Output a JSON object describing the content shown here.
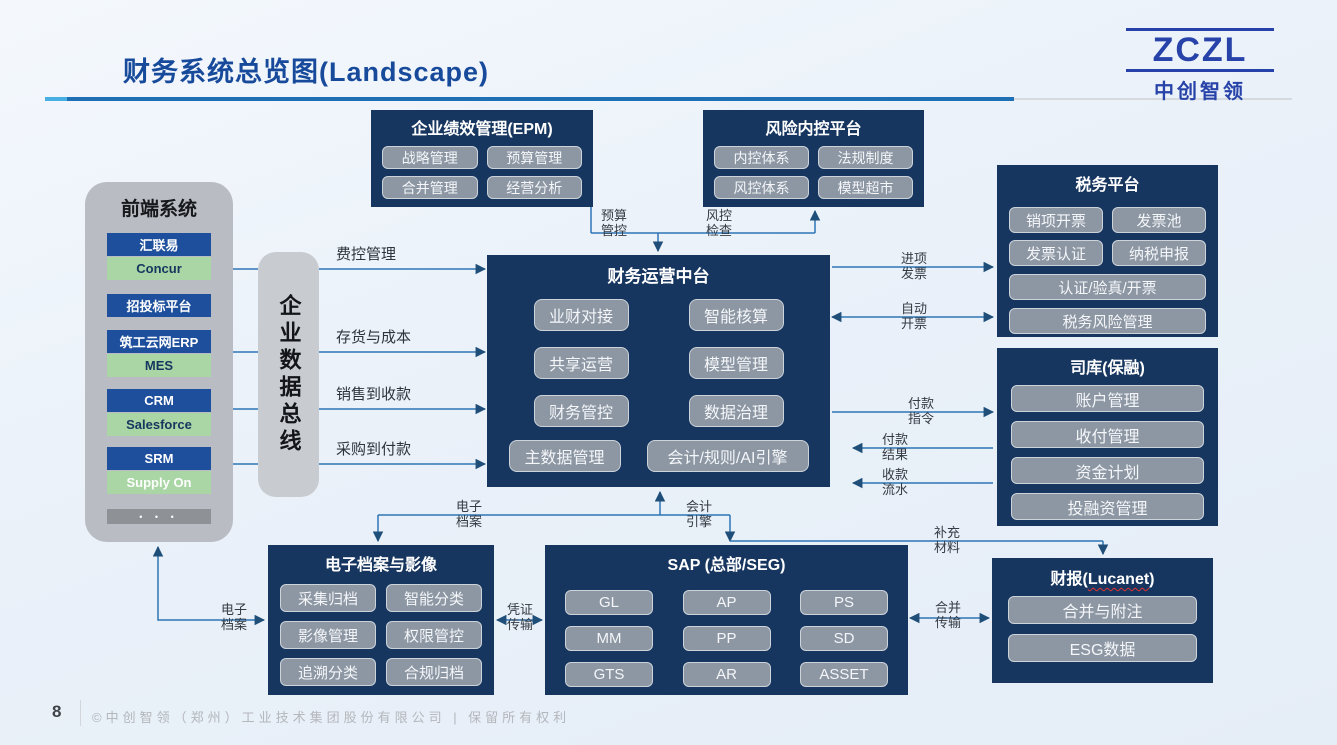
{
  "header": {
    "title": "财务系统总览图(Landscape)",
    "logo": {
      "abbr": "ZCZL",
      "name": "中创智领"
    }
  },
  "frontend": {
    "title": "前端系统",
    "items": [
      {
        "label": "汇联易",
        "style": "blue"
      },
      {
        "label": "Concur",
        "style": "green"
      },
      {
        "label": "招投标平台",
        "style": "blue"
      },
      {
        "label": "筑工云网ERP",
        "style": "blue"
      },
      {
        "label": "MES",
        "style": "green"
      },
      {
        "label": "CRM",
        "style": "blue"
      },
      {
        "label": "Salesforce",
        "style": "green"
      },
      {
        "label": "SRM",
        "style": "blue"
      },
      {
        "label": "Supply On",
        "style": "green-light"
      }
    ],
    "more": "• • •"
  },
  "bus": {
    "label": "企业数据总线"
  },
  "epm": {
    "title": "企业绩效管理(EPM)",
    "items": [
      "战略管理",
      "预算管理",
      "合并管理",
      "经营分析"
    ]
  },
  "risk": {
    "title": "风险内控平台",
    "items": [
      "内控体系",
      "法规制度",
      "风控体系",
      "模型超市"
    ]
  },
  "core": {
    "title": "财务运营中台",
    "items": [
      "业财对接",
      "智能核算",
      "共享运营",
      "模型管理",
      "财务管控",
      "数据治理",
      "主数据管理",
      "会计/规则/AI引擎"
    ]
  },
  "tax": {
    "title": "税务平台",
    "items": [
      "销项开票",
      "发票池",
      "发票认证",
      "纳税申报",
      "认证/验真/开票",
      "税务风险管理"
    ]
  },
  "treasury": {
    "title": "司库(保融)",
    "items": [
      "账户管理",
      "收付管理",
      "资金计划",
      "投融资管理"
    ]
  },
  "archive": {
    "title": "电子档案与影像",
    "items": [
      "采集归档",
      "智能分类",
      "影像管理",
      "权限管控",
      "追溯分类",
      "合规归档"
    ]
  },
  "sap": {
    "title": "SAP (总部/SEG)",
    "items": [
      "GL",
      "AP",
      "PS",
      "MM",
      "PP",
      "SD",
      "GTS",
      "AR",
      "ASSET"
    ]
  },
  "report": {
    "title_prefix": "财报(",
    "title_name": "Lucanet",
    "title_suffix": ")",
    "items": [
      "合并与附注",
      "ESG数据"
    ]
  },
  "flows": {
    "fee_control": "费控管理",
    "inventory_cost": "存货与成本",
    "sales_to_cash": "销售到收款",
    "procure_to_pay": "采购到付款",
    "budget_control": "预算管控",
    "risk_check": "风控检查",
    "input_invoice": "进项发票",
    "auto_invoice": "自动开票",
    "payment_order": "付款指令",
    "payment_result": "付款结果",
    "receipt_flow": "收款流水",
    "e_archive_center": "电子档案",
    "accounting_engine": "会计引擎",
    "supplement": "补充材料",
    "voucher_transfer": "凭证传输",
    "consolidation_transfer": "合并传输",
    "e_archive_left": "电子档案"
  },
  "colors": {
    "title_blue": "#174a9b",
    "navy_box": "#17365f",
    "button_gray": "#8d97a3",
    "blue_item": "#1d4f9c",
    "green_item": "#a9d6a4",
    "line_blue": "#2e75b6",
    "arrow_navy": "#1f4e79"
  },
  "footer": {
    "page": "8",
    "copyright": "©中创智领（郑州）工业技术集团股份有限公司 | 保留所有权利"
  }
}
